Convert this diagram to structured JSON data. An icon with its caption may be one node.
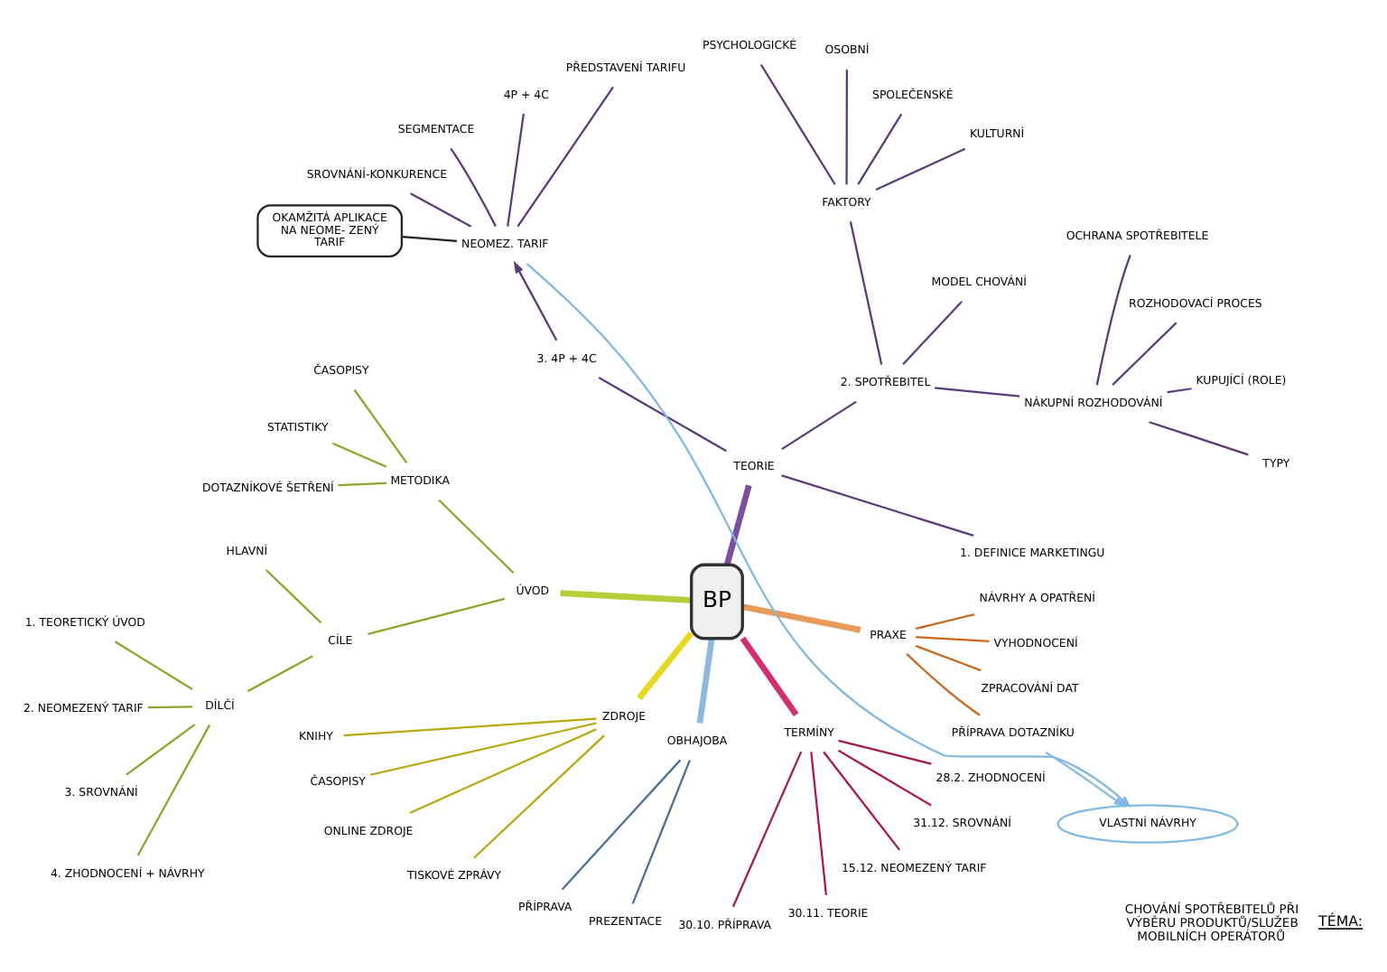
{
  "diagram": {
    "nodes": [
      {
        "text": [
          "BP"
        ]
      },
      {
        "text": [
          "TEORIE"
        ]
      },
      {
        "text": [
          "1. DEFINICE MARKETINGU"
        ]
      },
      {
        "text": [
          "2. SPOTŘEBITEL"
        ]
      },
      {
        "text": [
          "NÁKUPNÍ ROZHODOVÁNÍ"
        ]
      },
      {
        "text": [
          "TYPY"
        ]
      },
      {
        "text": [
          "KUPUJÍCÍ (ROLE)"
        ]
      },
      {
        "text": [
          "ROZHODOVACÍ PROCES"
        ]
      },
      {
        "text": [
          "OCHRANA SPOTŘEBITELE"
        ]
      },
      {
        "text": [
          "MODEL CHOVÁNÍ"
        ]
      },
      {
        "text": [
          "FAKTORY"
        ]
      },
      {
        "text": [
          "KULTURNÍ"
        ]
      },
      {
        "text": [
          "SPOLEČENSKÉ"
        ]
      },
      {
        "text": [
          "OSOBNÍ"
        ]
      },
      {
        "text": [
          "PSYCHOLOGICKÉ"
        ]
      },
      {
        "text": [
          "3. 4P + 4C"
        ]
      },
      {
        "text": [
          "NEOMEZ. TARIF"
        ]
      },
      {
        "text": [
          "PŘEDSTAVENÍ TARIFU"
        ]
      },
      {
        "text": [
          "4P + 4C"
        ]
      },
      {
        "text": [
          "SEGMENTACE"
        ]
      },
      {
        "text": [
          "SROVNÁNÍ-KONKURENCE"
        ]
      },
      {
        "text": [
          "OKAMŽITÁ APLIKACE NA NEOME- ZENÝ TARIF"
        ]
      },
      {
        "text": [
          "VLASTNÍ NÁVRHY"
        ]
      },
      {
        "text": [
          "ÚVOD"
        ]
      },
      {
        "text": [
          "METODIKA"
        ]
      },
      {
        "text": [
          "ČASOPISY"
        ]
      },
      {
        "text": [
          "STATISTIKY"
        ]
      },
      {
        "text": [
          "DOTAZNÍKOVÉ ŠETŘENÍ"
        ]
      },
      {
        "text": [
          "CÍLE"
        ]
      },
      {
        "text": [
          "HLAVNÍ"
        ]
      },
      {
        "text": [
          "DÍLČÍ"
        ]
      },
      {
        "text": [
          "1. TEORETICKÝ ÚVOD"
        ]
      },
      {
        "text": [
          "2. NEOMEZENÝ TARIF"
        ]
      },
      {
        "text": [
          "3. SROVNÁNÍ"
        ]
      },
      {
        "text": [
          "4. ZHODNOCENÍ + NÁVRHY"
        ]
      },
      {
        "text": [
          "ZDROJE"
        ]
      },
      {
        "text": [
          "KNIHY"
        ]
      },
      {
        "text": [
          "ČASOPISY"
        ]
      },
      {
        "text": [
          "ONLINE ZDROJE"
        ]
      },
      {
        "text": [
          "TISKOVÉ ZPRÁVY"
        ]
      },
      {
        "text": [
          "OBHAJOBA"
        ]
      },
      {
        "text": [
          "PŘÍPRAVA"
        ]
      },
      {
        "text": [
          "PREZENTACE"
        ]
      },
      {
        "text": [
          "TERMÍNY"
        ]
      },
      {
        "text": [
          "30.10. PŘÍPRAVA"
        ]
      },
      {
        "text": [
          "30.11. TEORIE"
        ]
      },
      {
        "text": [
          "15.12. NEOMEZENÝ TARIF"
        ]
      },
      {
        "text": [
          "31.12. SROVNÁNÍ"
        ]
      },
      {
        "text": [
          "28.2. ZHODNOCENÍ"
        ]
      },
      {
        "text": [
          "PRAXE"
        ]
      },
      {
        "text": [
          "PŘÍPRAVA DOTAZNÍKU"
        ]
      },
      {
        "text": [
          "ZPRACOVÁNÍ DAT"
        ]
      },
      {
        "text": [
          "VYHODNOCENÍ"
        ]
      },
      {
        "text": [
          "NÁVRHY A OPATŘENÍ"
        ]
      }
    ],
    "edges": [
      {
        "from": 0,
        "to": 1,
        "arrow": "none",
        "style": "thick",
        "color": "#7b4f9e"
      },
      {
        "from": 1,
        "to": 2,
        "arrow": "none",
        "color": "#5a3a78"
      },
      {
        "from": 1,
        "to": 3,
        "arrow": "none",
        "color": "#5a3a78"
      },
      {
        "from": 3,
        "to": 4,
        "arrow": "none",
        "color": "#5a3a78"
      },
      {
        "from": 4,
        "to": 5,
        "arrow": "none",
        "color": "#5a3a78"
      },
      {
        "from": 4,
        "to": 6,
        "arrow": "none",
        "color": "#5a3a78"
      },
      {
        "from": 4,
        "to": 7,
        "arrow": "none",
        "color": "#5a3a78"
      },
      {
        "from": 4,
        "to": 8,
        "arrow": "none",
        "color": "#5a3a78"
      },
      {
        "from": 3,
        "to": 9,
        "arrow": "none",
        "color": "#5a3a78"
      },
      {
        "from": 3,
        "to": 10,
        "arrow": "none",
        "color": "#5a3a78"
      },
      {
        "from": 10,
        "to": 11,
        "arrow": "none",
        "color": "#5a3a78"
      },
      {
        "from": 10,
        "to": 12,
        "arrow": "none",
        "color": "#5a3a78"
      },
      {
        "from": 10,
        "to": 13,
        "arrow": "none",
        "color": "#5a3a78"
      },
      {
        "from": 10,
        "to": 14,
        "arrow": "none",
        "color": "#5a3a78"
      },
      {
        "from": 1,
        "to": 15,
        "arrow": "none",
        "color": "#5a3a78"
      },
      {
        "from": 15,
        "to": 16,
        "arrow": "to",
        "color": "#5a3a78"
      },
      {
        "from": 16,
        "to": 17,
        "arrow": "none",
        "color": "#5a3a78"
      },
      {
        "from": 16,
        "to": 18,
        "arrow": "none",
        "color": "#5a3a78"
      },
      {
        "from": 16,
        "to": 19,
        "arrow": "none",
        "color": "#5a3a78"
      },
      {
        "from": 16,
        "to": 20,
        "arrow": "none",
        "color": "#5a3a78"
      },
      {
        "from": 21,
        "to": 16,
        "arrow": "none",
        "color": "#222222"
      },
      {
        "from": 16,
        "to": 22,
        "arrow": "to",
        "color": "#7fb8e0"
      },
      {
        "from": 0,
        "to": 23,
        "arrow": "none",
        "style": "thick",
        "color": "#b5cf3a"
      },
      {
        "from": 23,
        "to": 24,
        "arrow": "none",
        "color": "#8aa62a"
      },
      {
        "from": 24,
        "to": 25,
        "arrow": "none",
        "color": "#8aa62a"
      },
      {
        "from": 24,
        "to": 26,
        "arrow": "none",
        "color": "#8aa62a"
      },
      {
        "from": 24,
        "to": 27,
        "arrow": "none",
        "color": "#8aa62a"
      },
      {
        "from": 23,
        "to": 28,
        "arrow": "none",
        "color": "#8aa62a"
      },
      {
        "from": 28,
        "to": 29,
        "arrow": "none",
        "color": "#8aa62a"
      },
      {
        "from": 28,
        "to": 30,
        "arrow": "none",
        "color": "#8aa62a"
      },
      {
        "from": 30,
        "to": 31,
        "arrow": "none",
        "color": "#8aa62a"
      },
      {
        "from": 30,
        "to": 32,
        "arrow": "none",
        "color": "#8aa62a"
      },
      {
        "from": 30,
        "to": 33,
        "arrow": "none",
        "color": "#8aa62a"
      },
      {
        "from": 30,
        "to": 34,
        "arrow": "none",
        "color": "#8aa62a"
      },
      {
        "from": 0,
        "to": 35,
        "arrow": "none",
        "style": "thick",
        "color": "#e8d820"
      },
      {
        "from": 35,
        "to": 36,
        "arrow": "none",
        "color": "#b8a810"
      },
      {
        "from": 35,
        "to": 37,
        "arrow": "none",
        "color": "#b8a810"
      },
      {
        "from": 35,
        "to": 38,
        "arrow": "none",
        "color": "#b8a810"
      },
      {
        "from": 35,
        "to": 39,
        "arrow": "none",
        "color": "#b8a810"
      },
      {
        "from": 0,
        "to": 40,
        "arrow": "none",
        "style": "thick",
        "color": "#8fb8e0"
      },
      {
        "from": 40,
        "to": 41,
        "arrow": "none",
        "color": "#4a6f95"
      },
      {
        "from": 40,
        "to": 42,
        "arrow": "none",
        "color": "#4a6f95"
      },
      {
        "from": 0,
        "to": 43,
        "arrow": "none",
        "style": "thick",
        "color": "#d0306e"
      },
      {
        "from": 43,
        "to": 44,
        "arrow": "none",
        "color": "#a8184f"
      },
      {
        "from": 43,
        "to": 45,
        "arrow": "none",
        "color": "#a8184f"
      },
      {
        "from": 43,
        "to": 46,
        "arrow": "none",
        "color": "#a8184f"
      },
      {
        "from": 43,
        "to": 47,
        "arrow": "none",
        "color": "#a8184f"
      },
      {
        "from": 43,
        "to": 48,
        "arrow": "none",
        "color": "#a8184f"
      },
      {
        "from": 0,
        "to": 49,
        "arrow": "none",
        "style": "thick",
        "color": "#e89a5a"
      },
      {
        "from": 49,
        "to": 50,
        "arrow": "none",
        "color": "#c8661e"
      },
      {
        "from": 49,
        "to": 51,
        "arrow": "none",
        "color": "#c8661e"
      },
      {
        "from": 49,
        "to": 52,
        "arrow": "none",
        "color": "#c8661e"
      },
      {
        "from": 49,
        "to": 53,
        "arrow": "none",
        "color": "#c8661e"
      },
      {
        "from": 50,
        "to": 22,
        "arrow": "to",
        "color": "#7fb8e0"
      }
    ],
    "labels": [
      "TÉMA:",
      "CHOVÁNÍ SPOTŘEBITELŮ PŘI VÝBĚRU PRODUKTŮ/SLUŽEB MOBILNÍCH OPERÁTORŮ"
    ]
  }
}
